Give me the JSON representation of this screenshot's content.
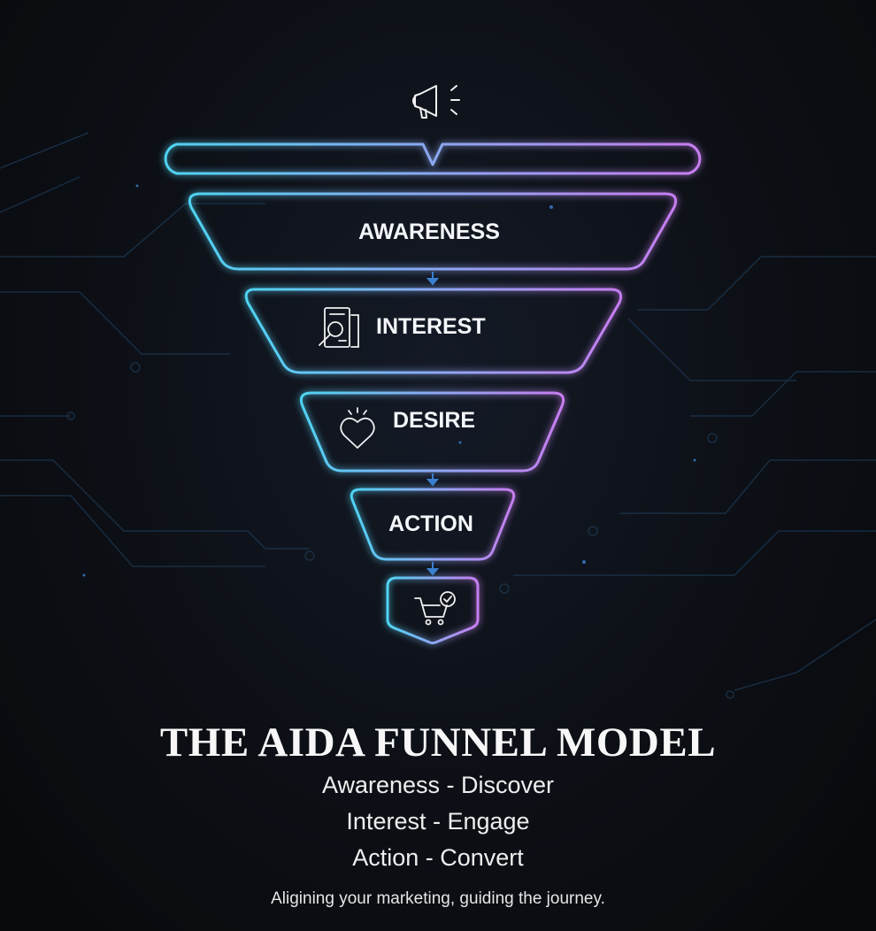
{
  "funnel": {
    "stages": [
      {
        "label": "AWARENESS",
        "icon": "megaphone-icon"
      },
      {
        "label": "INTEREST",
        "icon": "document-search-icon"
      },
      {
        "label": "DESIRE",
        "icon": "heart-icon"
      },
      {
        "label": "ACTION",
        "icon": ""
      }
    ],
    "bottom_icon": "shopping-cart-check-icon",
    "colors": {
      "gradient_start": "#4fd3f2",
      "gradient_end": "#c77df0",
      "background": "#0b0d12"
    }
  },
  "title": "THE AIDA FUNNEL MODEL",
  "lines": [
    "Awareness - Discover",
    "Interest - Engage",
    "Action - Convert"
  ],
  "tagline": "Aligining your marketing, guiding the journey."
}
